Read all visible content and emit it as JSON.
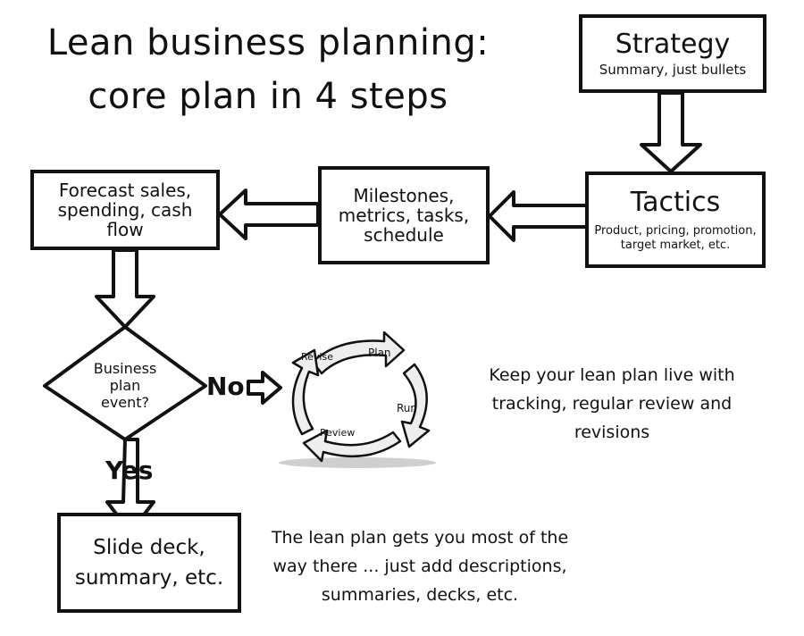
{
  "title": {
    "line1": "Lean business planning:",
    "line2": "core plan in 4 steps"
  },
  "strategy": {
    "heading": "Strategy",
    "sub": "Summary, just bullets"
  },
  "tactics": {
    "heading": "Tactics",
    "sub1": "Product, pricing, promotion,",
    "sub2": "target market, etc."
  },
  "milestones": {
    "line1": "Milestones,",
    "line2": "metrics, tasks,",
    "line3": "schedule"
  },
  "forecast": {
    "line1": "Forecast sales,",
    "line2": "spending, cash",
    "line3": "flow"
  },
  "decision": {
    "line1": "Business",
    "line2": "plan",
    "line3": "event?"
  },
  "labels": {
    "no": "No",
    "yes": "Yes"
  },
  "cycle": {
    "plan": "Plan",
    "run": "Run",
    "review": "Review",
    "revise": "Revise"
  },
  "slide": {
    "line1": "Slide deck,",
    "line2": "summary, etc."
  },
  "notes": {
    "live": [
      "Keep your lean plan live with",
      "tracking, regular review and",
      "revisions"
    ],
    "lean": [
      "The lean plan gets you most of the",
      "way there ... just add descriptions,",
      "summaries, decks, etc."
    ]
  }
}
